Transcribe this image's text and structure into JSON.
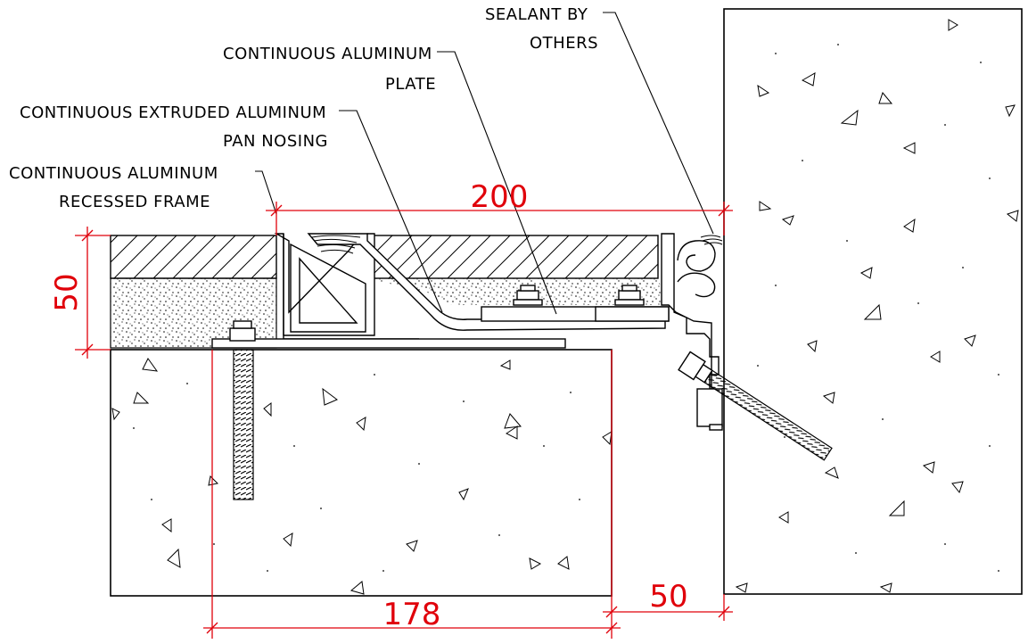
{
  "labels": {
    "sealant_line1": "SEALANT BY",
    "sealant_line2": "OTHERS",
    "plate_line1": "CONTINUOUS ALUMINUM",
    "plate_line2": "PLATE",
    "nosing_line1": "CONTINUOUS EXTRUDED ALUMINUM",
    "nosing_line2": "PAN NOSING",
    "frame_line1": "CONTINUOUS ALUMINUM",
    "frame_line2": "RECESSED FRAME"
  },
  "dimensions": {
    "overall_width": "200",
    "depth": "50",
    "slab_width": "178",
    "gap": "50"
  },
  "colors": {
    "dimension": "#e0000a",
    "linework": "#000000"
  }
}
